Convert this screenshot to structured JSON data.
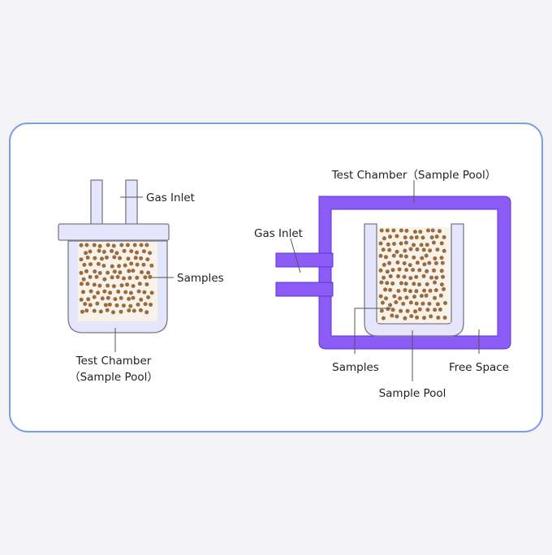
{
  "colors": {
    "page_bg": "#f4f4f6",
    "card_bg": "#ffffff",
    "card_border": "#7b9cf0",
    "chamber_fill": "#e5e5fb",
    "chamber_stroke": "#7a7a86",
    "outer_chamber": "#8b5cf6",
    "outer_chamber_stroke": "#5b35d4",
    "dot": "#9b6b3d",
    "sample_bg": "#f7f2ea",
    "leader_line": "#555555"
  },
  "left_diagram": {
    "gas_inlet_label": "Gas Inlet",
    "samples_label": "Samples",
    "chamber_label_line1": "Test Chamber",
    "chamber_label_line2": "（Sample Pool）"
  },
  "right_diagram": {
    "chamber_label": "Test Chamber（Sample Pool）",
    "gas_inlet_label": "Gas Inlet",
    "samples_label": "Samples",
    "pool_label": "Sample Pool",
    "free_space_label": "Free Space"
  }
}
